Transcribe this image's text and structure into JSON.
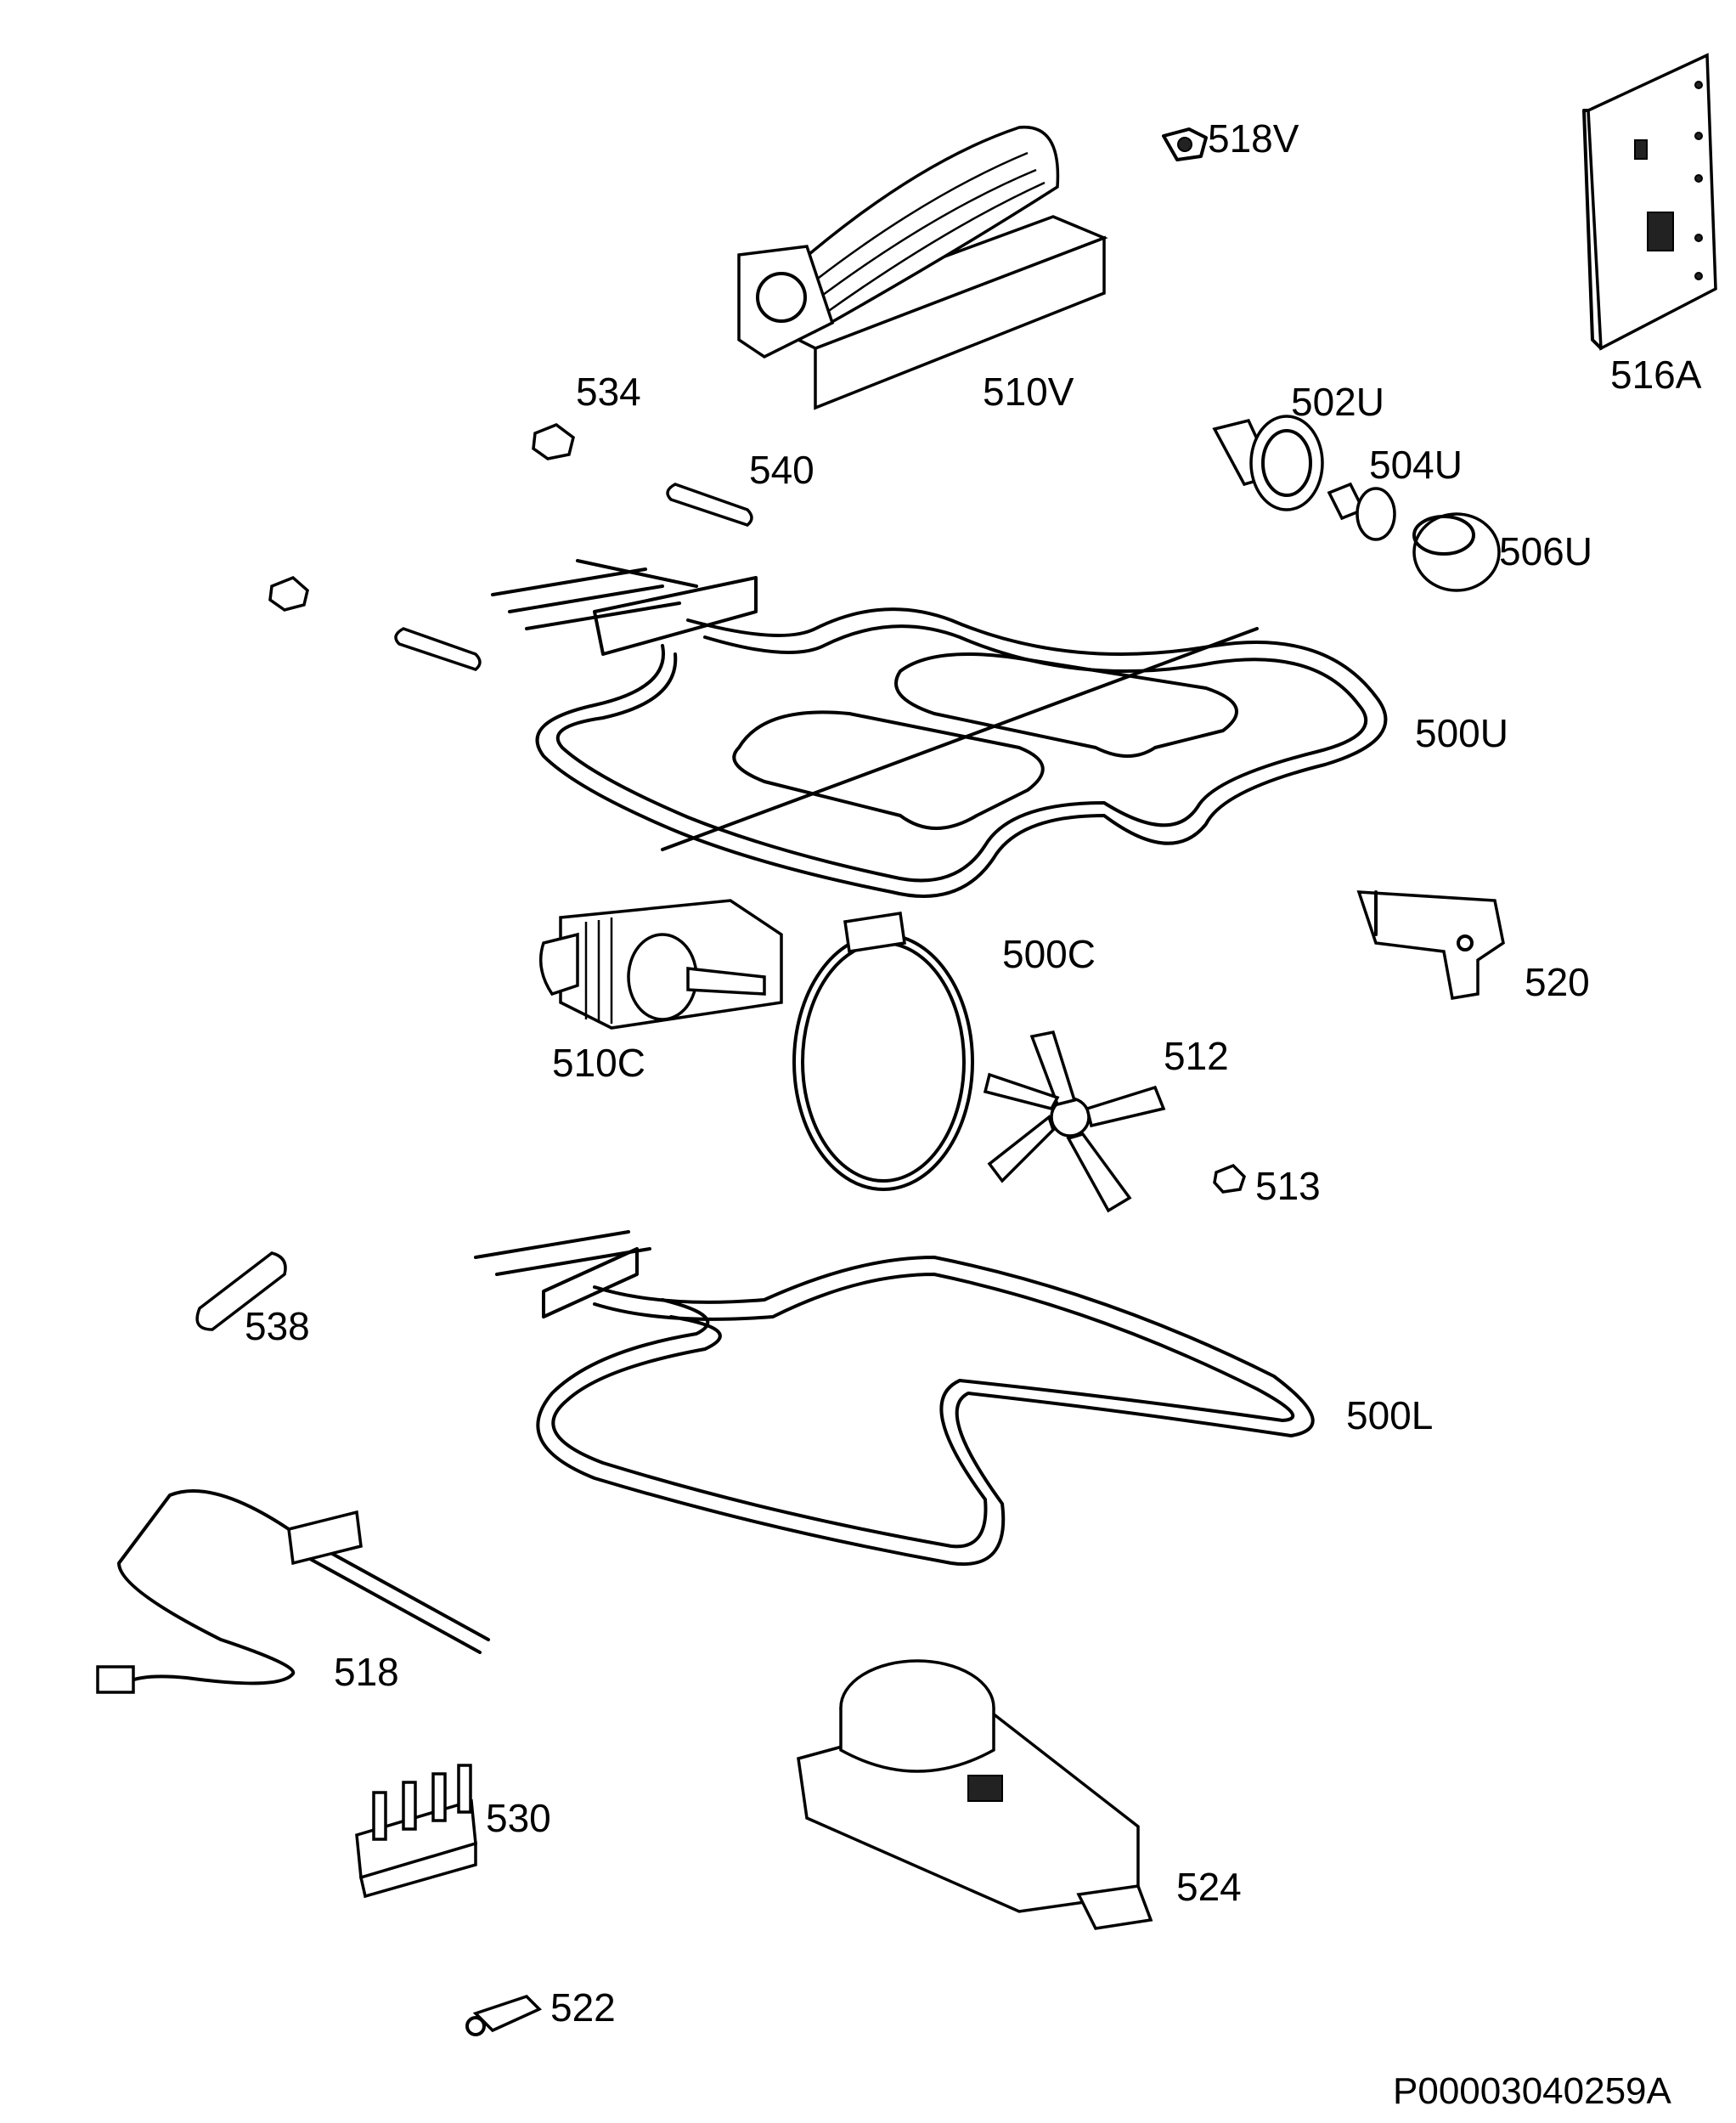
{
  "diagram": {
    "drawing_number": "P00003040259A",
    "parts": [
      {
        "id": "p518V",
        "label": "518V"
      },
      {
        "id": "p516A",
        "label": "516A"
      },
      {
        "id": "p510V",
        "label": "510V"
      },
      {
        "id": "p534",
        "label": "534"
      },
      {
        "id": "p540",
        "label": "540"
      },
      {
        "id": "p502U",
        "label": "502U"
      },
      {
        "id": "p504U",
        "label": "504U"
      },
      {
        "id": "p506U",
        "label": "506U"
      },
      {
        "id": "p500U",
        "label": "500U"
      },
      {
        "id": "p500C",
        "label": "500C"
      },
      {
        "id": "p520",
        "label": "520"
      },
      {
        "id": "p510C",
        "label": "510C"
      },
      {
        "id": "p512",
        "label": "512"
      },
      {
        "id": "p513",
        "label": "513"
      },
      {
        "id": "p538",
        "label": "538"
      },
      {
        "id": "p500L",
        "label": "500L"
      },
      {
        "id": "p518",
        "label": "518"
      },
      {
        "id": "p530",
        "label": "530"
      },
      {
        "id": "p524",
        "label": "524"
      },
      {
        "id": "p522",
        "label": "522"
      }
    ]
  }
}
